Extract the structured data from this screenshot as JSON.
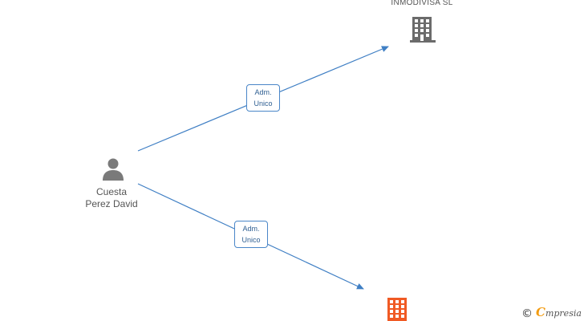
{
  "nodes": {
    "company_top": {
      "label": "INMODIVISA  SL",
      "color": "#6b6b6b"
    },
    "person": {
      "name_line1": "Cuesta",
      "name_line2": "Perez David",
      "color": "#7a7a7a"
    },
    "company_bottom": {
      "color": "#f05a24"
    }
  },
  "edges": {
    "to_top": {
      "label_line1": "Adm.",
      "label_line2": "Unico"
    },
    "to_bottom": {
      "label_line1": "Adm.",
      "label_line2": "Unico"
    },
    "color": "#3f7fc4"
  },
  "watermark": {
    "copyright": "©",
    "brand_initial": "C",
    "brand_rest": "mpresia"
  }
}
